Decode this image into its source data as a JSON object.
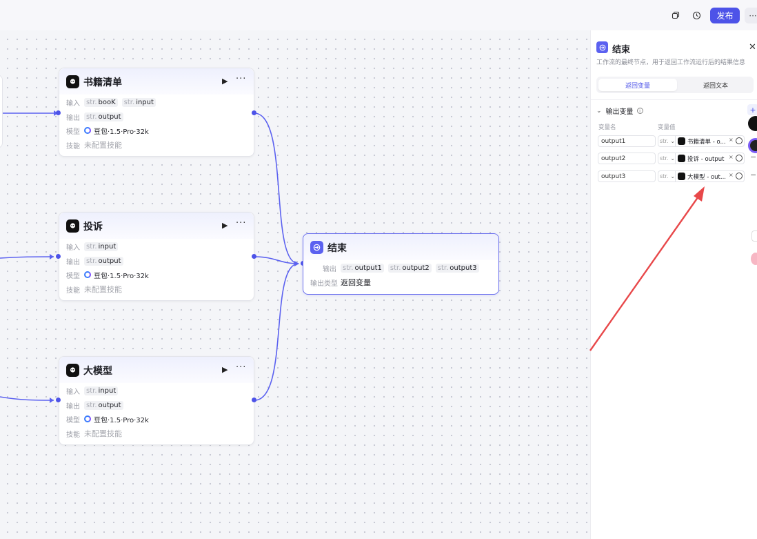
{
  "topbar": {
    "publish_label": "发布",
    "more_label": "···"
  },
  "nodes": [
    {
      "title": "书籍清单",
      "input_label": "输入",
      "inputs": [
        {
          "type": "str.",
          "name": "booK"
        },
        {
          "type": "str.",
          "name": "input"
        }
      ],
      "output_label": "输出",
      "outputs": [
        {
          "type": "str.",
          "name": "output"
        }
      ],
      "model_label": "模型",
      "model": "豆包·1.5·Pro·32k",
      "skill_label": "技能",
      "skill": "未配置技能"
    },
    {
      "title": "投诉",
      "input_label": "输入",
      "inputs": [
        {
          "type": "str.",
          "name": "input"
        }
      ],
      "output_label": "输出",
      "outputs": [
        {
          "type": "str.",
          "name": "output"
        }
      ],
      "model_label": "模型",
      "model": "豆包·1.5·Pro·32k",
      "skill_label": "技能",
      "skill": "未配置技能"
    },
    {
      "title": "大模型",
      "input_label": "输入",
      "inputs": [
        {
          "type": "str.",
          "name": "input"
        }
      ],
      "output_label": "输出",
      "outputs": [
        {
          "type": "str.",
          "name": "output"
        }
      ],
      "model_label": "模型",
      "model": "豆包·1.5·Pro·32k",
      "skill_label": "技能",
      "skill": "未配置技能"
    }
  ],
  "end_node": {
    "title": "结束",
    "output_label": "输出",
    "outputs": [
      {
        "type": "str.",
        "name": "output1"
      },
      {
        "type": "str.",
        "name": "output2"
      },
      {
        "type": "str.",
        "name": "output3"
      }
    ],
    "output_type_label": "输出类型",
    "output_type": "返回变量"
  },
  "panel": {
    "title": "结束",
    "description": "工作流的最终节点，用于返回工作流运行后的结果信息",
    "tabs": [
      {
        "label": "返回变量",
        "active": true
      },
      {
        "label": "返回文本",
        "active": false
      }
    ],
    "section_title": "输出变量",
    "col_name": "变量名",
    "col_value": "变量值",
    "variables": [
      {
        "name": "output1",
        "type": "str.",
        "value": "书籍清单 - o..."
      },
      {
        "name": "output2",
        "type": "str.",
        "value": "投诉 - output"
      },
      {
        "name": "output3",
        "type": "str.",
        "value": "大模型 - out..."
      }
    ]
  },
  "colors": {
    "accent": "#4d53e8",
    "annotation_arrow": "#e8484a"
  }
}
